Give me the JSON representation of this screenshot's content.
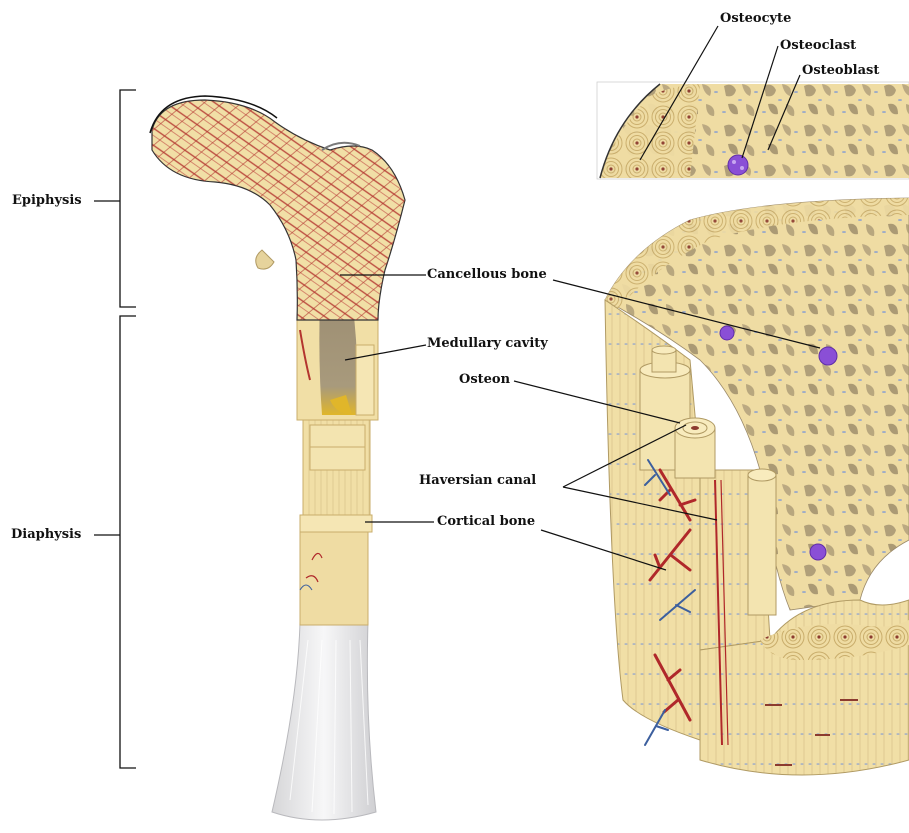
{
  "labels": {
    "epiphysis": "Epiphysis",
    "diaphysis": "Diaphysis",
    "cancellous_bone": "Cancellous bone",
    "medullary_cavity": "Medullary cavity",
    "osteon": "Osteon",
    "haversian_canal": "Haversian canal",
    "cortical_bone": "Cortical bone",
    "osteocyte": "Osteocyte",
    "osteoclast": "Osteoclast",
    "osteoblast": "Osteoblast"
  },
  "colors": {
    "bone": "#f1dfa6",
    "bone_edge": "#c9ad6b",
    "trabecular_red": "#b3352f",
    "cavity": "#a8987a",
    "marrow_yellow": "#e0b62a",
    "cartilage": "#e9e9ea",
    "vessel_red": "#b0282a",
    "vessel_blue": "#3c5f9e",
    "cell_purple": "#8a4fd6",
    "pore_brown": "#9b8a6a"
  }
}
